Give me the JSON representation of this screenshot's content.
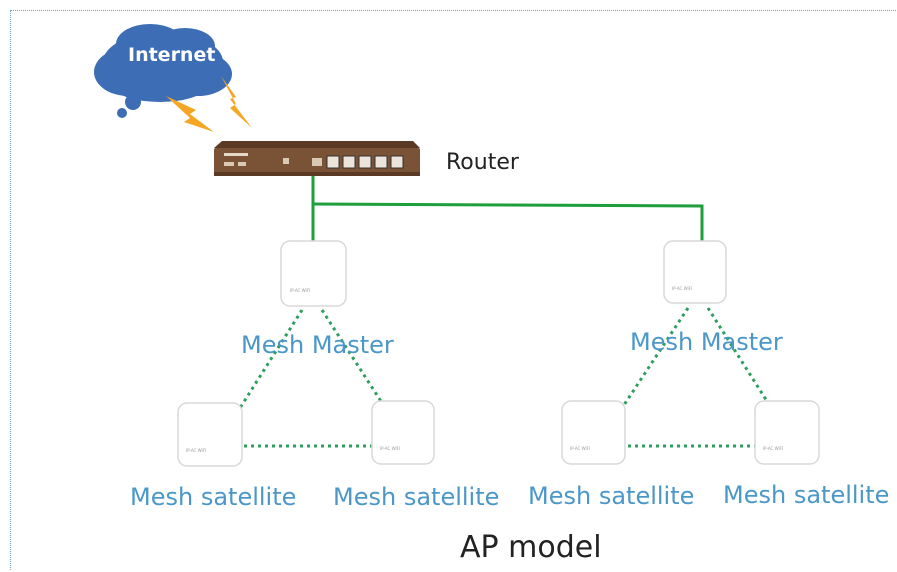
{
  "cloud": {
    "label": "Internet"
  },
  "router": {
    "label": "Router"
  },
  "groups": [
    {
      "master_label": "Mesh Master",
      "satellites": [
        "Mesh satellite",
        "Mesh satellite"
      ]
    },
    {
      "master_label": "Mesh Master",
      "satellites": [
        "Mesh satellite",
        "Mesh satellite"
      ]
    }
  ],
  "caption": "AP model",
  "colors": {
    "cloud": "#3d6db5",
    "lightning": "#f5a623",
    "router_body": "#7a5236",
    "wired_link": "#1e9e3c",
    "mesh_link": "#2e9e5c",
    "mesh_text": "#4a97c8"
  }
}
